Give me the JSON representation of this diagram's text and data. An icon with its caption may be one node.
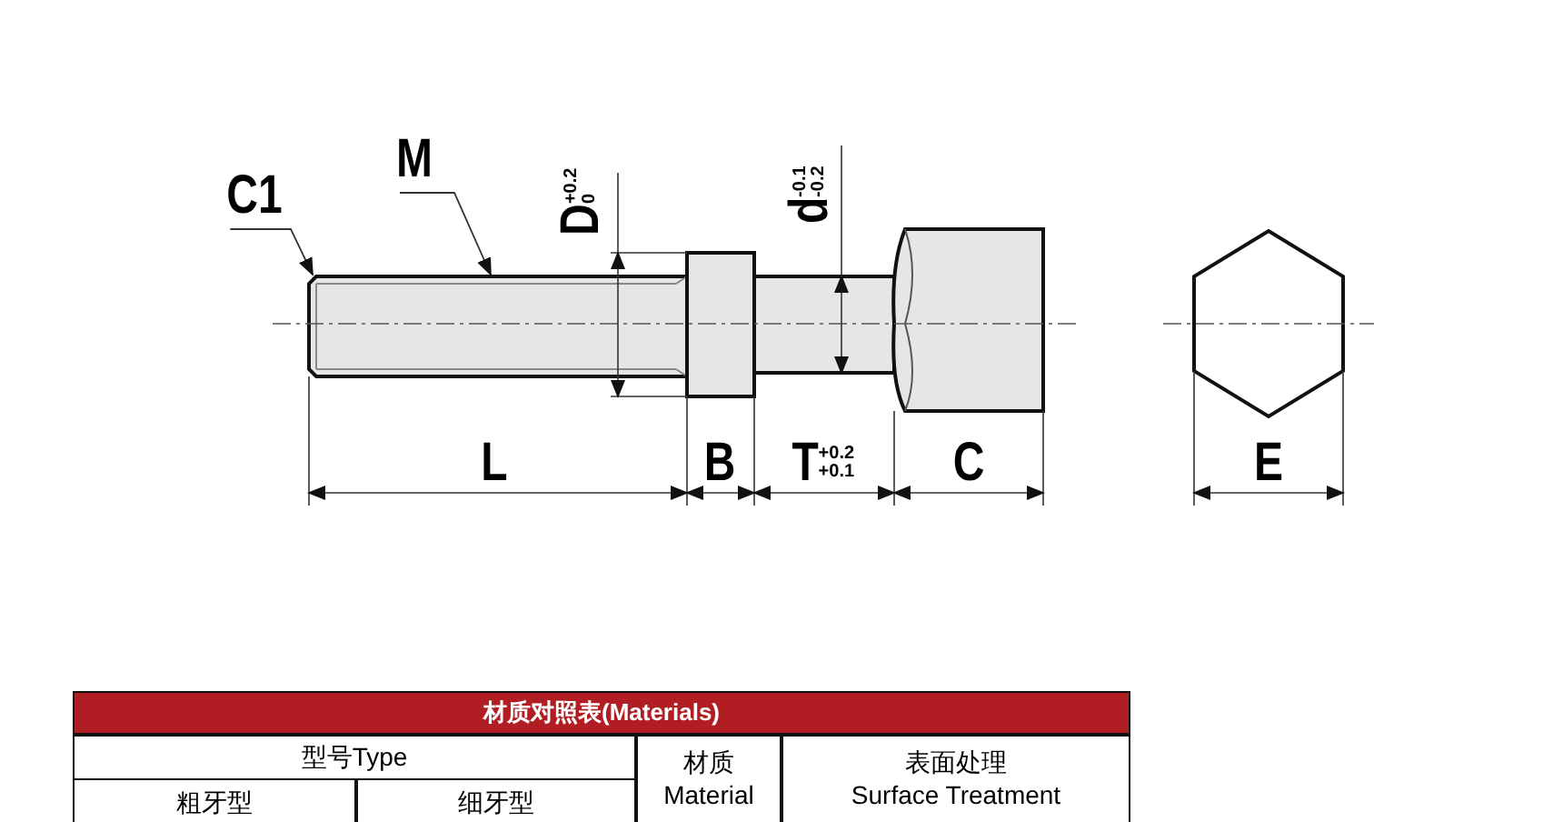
{
  "diagram": {
    "nodes": [
      {
        "text": [
          "C1"
        ]
      },
      {
        "text": [
          "M"
        ]
      },
      {
        "text": [],
        "shape": "box"
      }
    ],
    "edges": [
      {
        "from": 0,
        "to": 2,
        "arrow": "to"
      },
      {
        "from": 1,
        "to": 2,
        "arrow": "to"
      }
    ],
    "labels": [
      "D",
      "+0.2",
      "0",
      "d",
      "-0.1",
      "-0.2",
      "L",
      "B",
      "T",
      "+0.2",
      "+0.1",
      "C",
      "E",
      "材质对照表(Materials)",
      "型号Type",
      "材质 Material",
      "表面处理 Surface Treatment",
      "粗牙型",
      "细牙型"
    ]
  }
}
